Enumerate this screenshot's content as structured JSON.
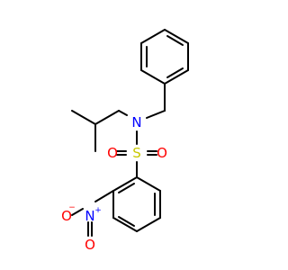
{
  "molecule": {
    "colors": {
      "bond": "#000000",
      "nitrogen": "#0000ff",
      "oxygen": "#ff0000",
      "sulfur": "#c8c800",
      "background": "#ffffff"
    },
    "labels": {
      "amine_n": "N",
      "sulfonyl_s": "S",
      "sulfonyl_o_left": "O",
      "sulfonyl_o_right": "O",
      "nitro_n": "N",
      "nitro_n_charge": "+",
      "nitro_o_left": "O",
      "nitro_o_left_charge": "−",
      "nitro_o_bottom": "O"
    }
  }
}
